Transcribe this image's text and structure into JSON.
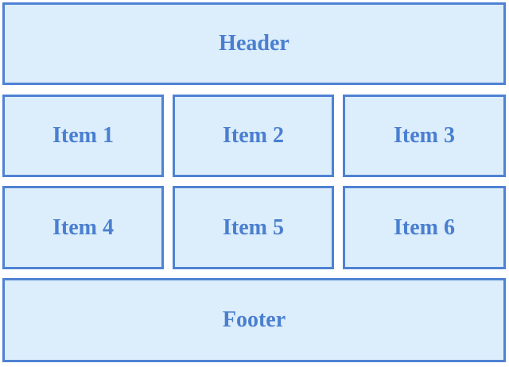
{
  "header": {
    "label": "Header"
  },
  "items": [
    {
      "label": "Item 1"
    },
    {
      "label": "Item 2"
    },
    {
      "label": "Item 3"
    },
    {
      "label": "Item 4"
    },
    {
      "label": "Item 5"
    },
    {
      "label": "Item 6"
    }
  ],
  "footer": {
    "label": "Footer"
  },
  "colors": {
    "border": "#4f82d3",
    "fill": "#dcedfb",
    "text": "#4a7fd0"
  }
}
